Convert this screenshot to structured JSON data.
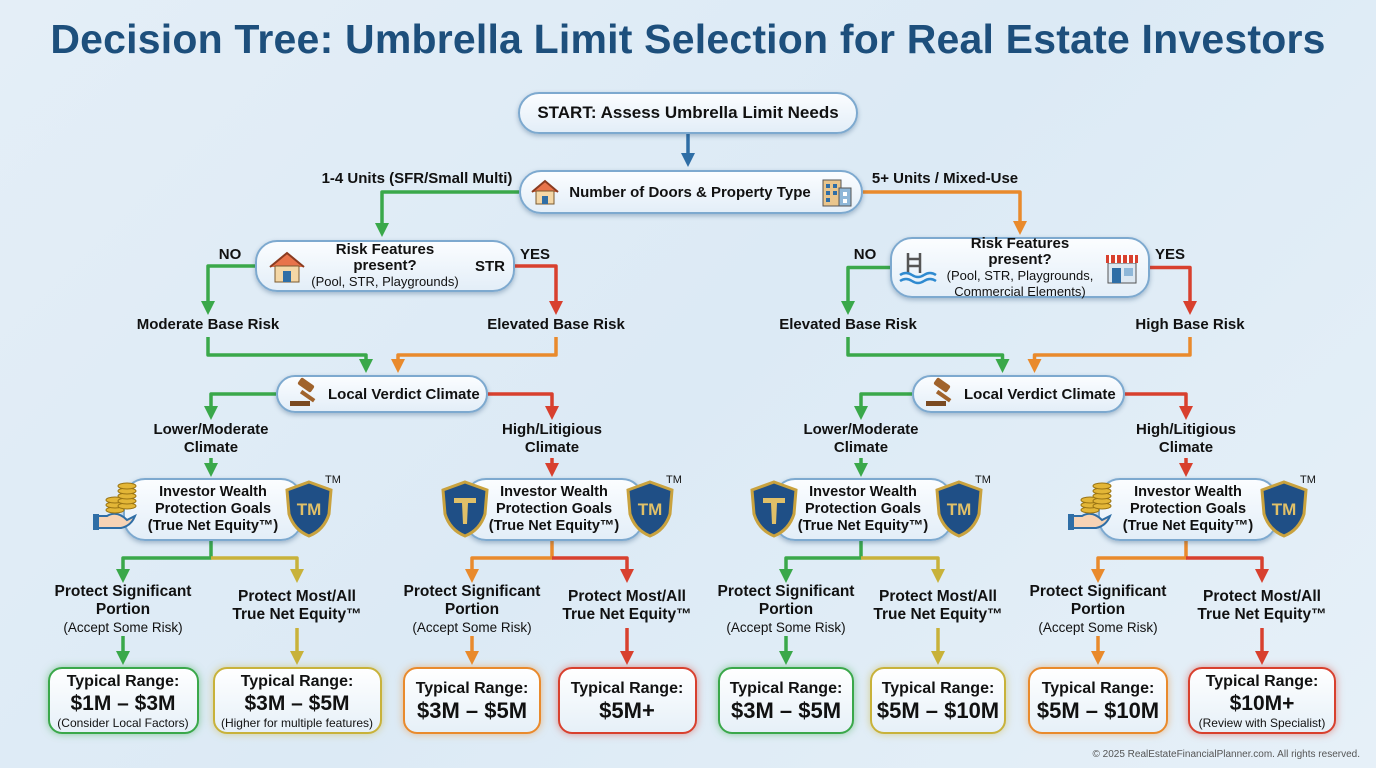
{
  "title": "Decision Tree: Umbrella Limit Selection for Real Estate Investors",
  "start": "START: Assess Umbrella Limit Needs",
  "doors": {
    "label": "Number of Doors & Property Type",
    "left_branch": "1-4 Units (SFR/Small Multi)",
    "right_branch": "5+ Units / Mixed-Use"
  },
  "colors": {
    "green": "#3aa84a",
    "yellow": "#c8b23a",
    "orange": "#e98a2c",
    "red": "#d8402e",
    "blue": "#2f6ea6"
  },
  "branches": [
    {
      "risk": {
        "title": "Risk Features present?",
        "sub": "(Pool, STR, Playgrounds)",
        "badge": "STR",
        "no": "NO",
        "yes": "YES",
        "icons": [
          "house-icon"
        ]
      },
      "base_no": "Moderate Base Risk",
      "base_yes": "Elevated Base Risk",
      "verdict": "Local Verdict Climate",
      "climates": [
        {
          "label": "Lower/Moderate Climate",
          "goal": {
            "lines": [
              "Investor Wealth",
              "Protection Goals",
              "(True Net Equity™)"
            ],
            "icon": "coins-hand-icon",
            "tm": "TM"
          },
          "options": [
            {
              "label": "Protect Significant Portion",
              "sub": "(Accept Some Risk)",
              "range_title": "Typical Range:",
              "range": "$1M – $3M",
              "note": "(Consider Local Factors)"
            },
            {
              "label": "Protect Most/All True Net Equity™",
              "sub": "",
              "range_title": "Typical Range:",
              "range": "$3M – $5M",
              "note": "(Higher for multiple features)"
            }
          ]
        },
        {
          "label": "High/Litigious Climate",
          "goal": {
            "lines": [
              "Investor Wealth",
              "Protection Goals",
              "(True Net Equity™)"
            ],
            "icon": "t-shield-icon",
            "tm": "TM"
          },
          "options": [
            {
              "label": "Protect Significant Portion",
              "sub": "(Accept Some Risk)",
              "range_title": "Typical Range:",
              "range": "$3M – $5M",
              "note": ""
            },
            {
              "label": "Protect Most/All True Net Equity™",
              "sub": "",
              "range_title": "Typical Range:",
              "range": "$5M+",
              "note": ""
            }
          ]
        }
      ]
    },
    {
      "risk": {
        "title": "Risk Features present?",
        "sub": "(Pool, STR, Playgrounds, Commercial Elements)",
        "badge": "",
        "no": "NO",
        "yes": "YES",
        "icons": [
          "pool-icon",
          "storefront-icon"
        ]
      },
      "base_no": "Elevated Base Risk",
      "base_yes": "High Base Risk",
      "verdict": "Local Verdict Climate",
      "climates": [
        {
          "label": "Lower/Moderate Climate",
          "goal": {
            "lines": [
              "Investor Wealth",
              "Protection Goals",
              "(True Net Equity™)"
            ],
            "icon": "t-shield-icon",
            "tm": "TM"
          },
          "options": [
            {
              "label": "Protect Significant Portion",
              "sub": "(Accept Some Risk)",
              "range_title": "Typical Range:",
              "range": "$3M – $5M",
              "note": ""
            },
            {
              "label": "Protect Most/All True Net Equity™",
              "sub": "",
              "range_title": "Typical Range:",
              "range": "$5M – $10M",
              "note": ""
            }
          ]
        },
        {
          "label": "High/Litigious Climate",
          "goal": {
            "lines": [
              "Investor Wealth",
              "Protection Goals",
              "(True Net Equity™)"
            ],
            "icon": "coins-hand-icon",
            "tm": "TM"
          },
          "options": [
            {
              "label": "Protect Significant Portion",
              "sub": "(Accept Some Risk)",
              "range_title": "Typical Range:",
              "range": "$5M – $10M",
              "note": ""
            },
            {
              "label": "Protect Most/All True Net Equity™",
              "sub": "",
              "range_title": "Typical Range:",
              "range": "$10M+",
              "note": "(Review with Specialist)"
            }
          ]
        }
      ]
    }
  ],
  "footer": "© 2025 RealEstateFinancialPlanner.com. All rights reserved."
}
